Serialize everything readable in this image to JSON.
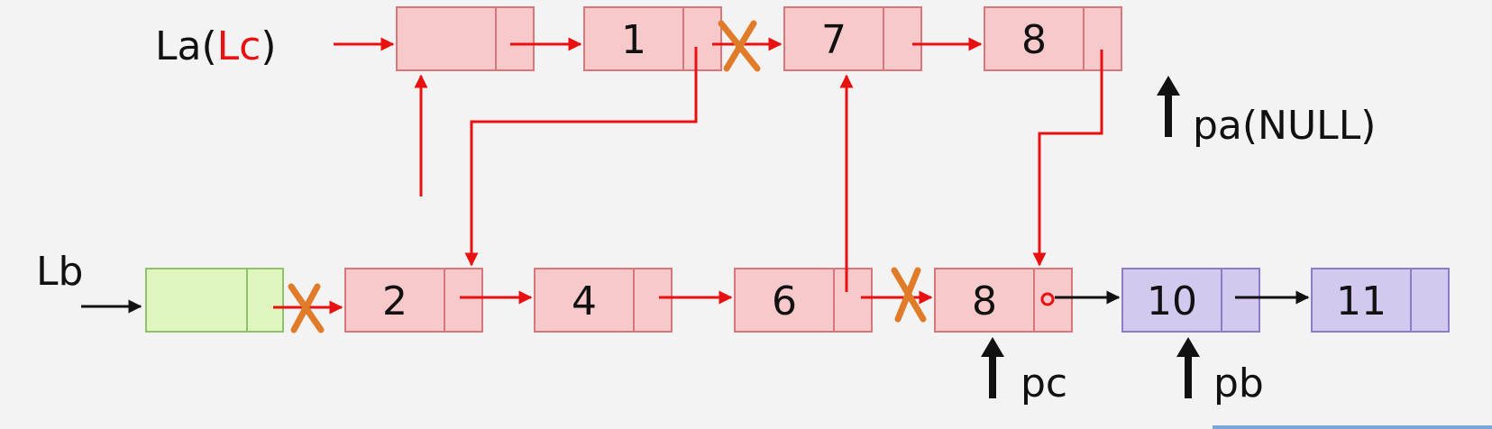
{
  "labels": {
    "la_prefix": "La(",
    "la_lc": "Lc",
    "la_suffix": ")",
    "lb": "Lb",
    "pa": "pa(NULL)",
    "pc": "pc",
    "pb": "pb"
  },
  "list_a": {
    "nodes": [
      {
        "value": "",
        "kind": "head"
      },
      {
        "value": "1"
      },
      {
        "value": "7"
      },
      {
        "value": "8"
      }
    ]
  },
  "list_b": {
    "nodes": [
      {
        "value": "",
        "kind": "head"
      },
      {
        "value": "2"
      },
      {
        "value": "4"
      },
      {
        "value": "6"
      },
      {
        "value": "8"
      },
      {
        "value": "10"
      },
      {
        "value": "11"
      }
    ]
  },
  "colors": {
    "red_node_fill": "#f8c9ca",
    "red_node_stroke": "#d7777b",
    "green_node_fill": "#dff6bf",
    "green_node_stroke": "#8fc06a",
    "purple_node_fill": "#d3c9ef",
    "purple_node_stroke": "#8d7cc7",
    "red_arrow": "#e81010",
    "black_arrow": "#111111",
    "cross": "#e07b2a",
    "bottom_bar": "#7aa6d8"
  }
}
